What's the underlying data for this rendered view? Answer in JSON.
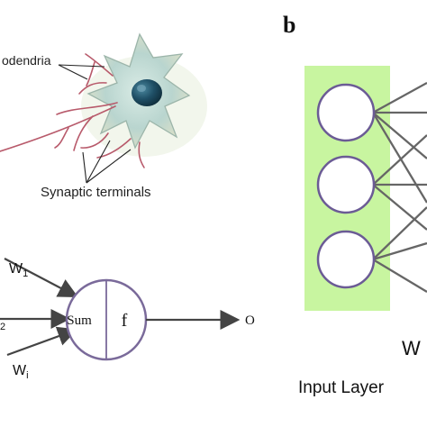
{
  "panel_a": {
    "neuron_labels": {
      "dendrites": "odendria",
      "synaptic_terminals": "Synaptic terminals"
    }
  },
  "panel_b": {
    "label": "b",
    "input_layer_label": "Input Layer",
    "weight_label": "W",
    "input_node_count": 3,
    "colors": {
      "input_layer_bg": "#c8f5a0",
      "node_stroke": "#6b5b95",
      "edge": "#666666"
    }
  },
  "perceptron": {
    "inputs": {
      "w1_base": "W",
      "w1_sub": "1",
      "w2_sub": "2",
      "wi_base": "W",
      "wi_sub": "i"
    },
    "sum_label": "Sum",
    "activation_label": "f",
    "output_label": "O",
    "colors": {
      "stroke": "#7a6a9a",
      "arrow": "#444444"
    }
  },
  "neuron_colors": {
    "cell_body": "#b9d5cf",
    "nucleus": "#1f4f66",
    "axon": "#b85a6b"
  }
}
